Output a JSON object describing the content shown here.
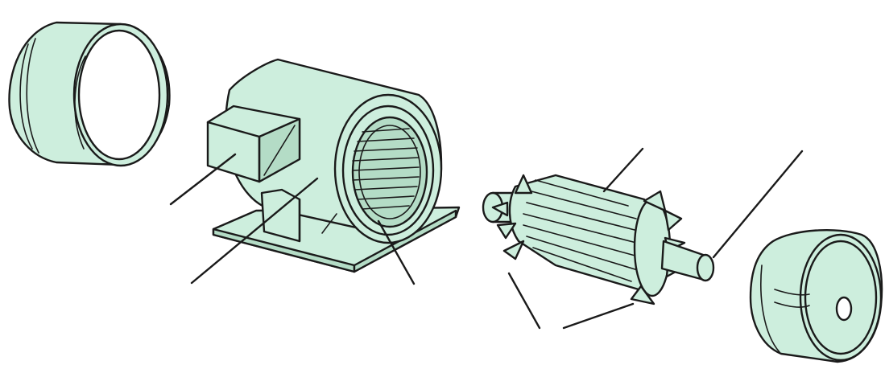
{
  "diagram": {
    "parts": [
      {
        "id": "end-shield-left",
        "description_icon": "cylindrical-ring-icon"
      },
      {
        "id": "stator-housing",
        "description_icon": "motor-housing-icon"
      },
      {
        "id": "rotor",
        "description_icon": "rotor-icon"
      },
      {
        "id": "end-shield-right",
        "description_icon": "end-bell-icon"
      }
    ],
    "leader_lines": 8,
    "labels": [],
    "colors": {
      "part_fill": "#cdeedd",
      "part_shadow": "#b4dcc6",
      "outline": "#1a1a1a",
      "background": "#ffffff"
    }
  }
}
